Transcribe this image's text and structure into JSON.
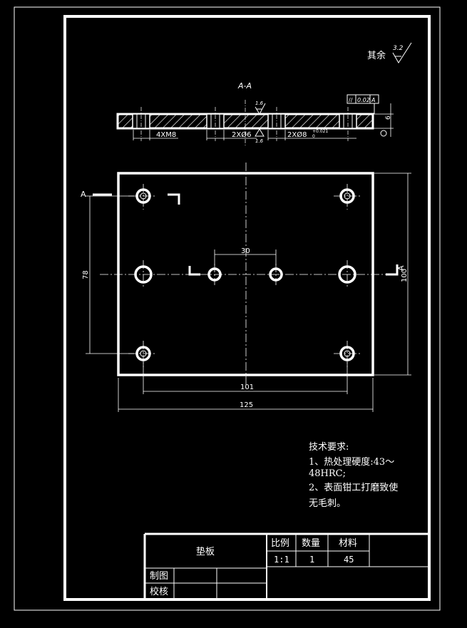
{
  "surface_roughness": {
    "general_label": "其余",
    "general_value": "3.2",
    "bore_value": "1.6"
  },
  "section": {
    "title": "A-A",
    "label_tapped": "4XM8",
    "label_bore6": "2XØ6",
    "label_bore8": "2XØ8",
    "tol_upper": "+0.021",
    "tol_lower": "0",
    "tol_symbol": "//",
    "tol_value": "0.02",
    "tol_datum": "A",
    "thickness": "6"
  },
  "plan": {
    "section_mark": "A",
    "dim_pin_spacing": "30",
    "dim_vertical_holes": "78",
    "dim_height": "100",
    "dim_horizontal_holes": "101",
    "dim_width": "125"
  },
  "notes": {
    "title": "技术要求:",
    "line1": "1、热处理硬度:43～",
    "line2": "48HRC;",
    "line3": "2、表面钳工打磨致使",
    "line4": "无毛刺。"
  },
  "title_block": {
    "part_name": "垫板",
    "scale_header": "比例",
    "qty_header": "数量",
    "material_header": "材料",
    "scale": "1:1",
    "qty": "1",
    "material": "45",
    "drawn_label": "制图",
    "checked_label": "校核"
  }
}
